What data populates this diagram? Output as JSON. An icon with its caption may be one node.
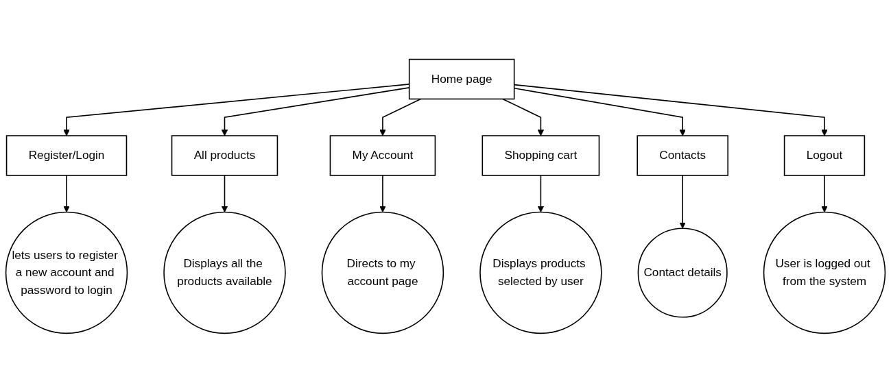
{
  "diagram": {
    "nodes": [
      {
        "text": [
          "Home page"
        ]
      },
      {
        "text": [
          "Register/Login"
        ]
      },
      {
        "text": [
          "All products"
        ]
      },
      {
        "text": [
          "My Account"
        ]
      },
      {
        "text": [
          "Shopping cart"
        ]
      },
      {
        "text": [
          "Contacts"
        ]
      },
      {
        "text": [
          "Logout"
        ]
      },
      {
        "text": [
          "Displays all the products available"
        ]
      },
      {
        "text": [
          "Directs to my account page"
        ]
      },
      {
        "text": [
          "Displays products selected by user"
        ]
      },
      {
        "text": [
          "Contact details"
        ]
      },
      {
        "text": [
          "User is logged out from the system"
        ]
      },
      {
        "text": [
          "lets users to register a new account and password to login"
        ]
      }
    ],
    "edges": [
      {
        "from": 0,
        "to": 1,
        "arrow": "to"
      },
      {
        "from": 0,
        "to": 2,
        "arrow": "to"
      },
      {
        "from": 0,
        "to": 3,
        "arrow": "to"
      },
      {
        "from": 0,
        "to": 4,
        "arrow": "to"
      },
      {
        "from": 0,
        "to": 5,
        "arrow": "to"
      },
      {
        "from": 0,
        "to": 6,
        "arrow": "to"
      },
      {
        "from": 2,
        "to": 7,
        "arrow": "to"
      },
      {
        "from": 3,
        "to": 8,
        "arrow": "to"
      },
      {
        "from": 4,
        "to": 9,
        "arrow": "to"
      },
      {
        "from": 5,
        "to": 10,
        "arrow": "to"
      },
      {
        "from": 6,
        "to": 11,
        "arrow": "to"
      },
      {
        "from": 1,
        "to": 12,
        "arrow": "to"
      }
    ]
  }
}
